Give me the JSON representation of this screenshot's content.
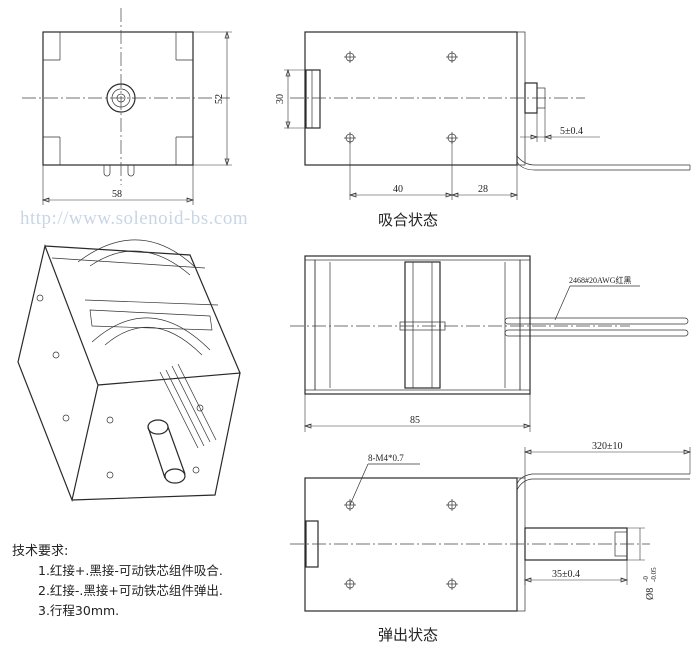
{
  "watermark": "http://www.solenoid-bs.com",
  "views": {
    "top_right_caption": "吸合状态",
    "bottom_right_caption": "弹出状态"
  },
  "dimensions": {
    "width_58": "58",
    "height_52": "52",
    "dim_30": "30",
    "dim_40": "40",
    "dim_28": "28",
    "shaft_5": "5±0.4",
    "wire_spec": "2468#20AWG红黑",
    "length_85": "85",
    "lead_320": "320±10",
    "thread": "8-M4*0.7",
    "stroke_35": "35±0.4",
    "shaft_dia": "Ø8",
    "shaft_dia_tol_upper": "-0",
    "shaft_dia_tol_lower": "-0.05"
  },
  "notes": {
    "title": "技术要求:",
    "items": [
      "1.红接+.黑接-可动铁芯组件吸合.",
      "2.红接-.黑接+可动铁芯组件弹出.",
      "3.行程30mm."
    ]
  },
  "colors": {
    "line": "#2a2a2a",
    "watermark": "#c9d6e6"
  }
}
